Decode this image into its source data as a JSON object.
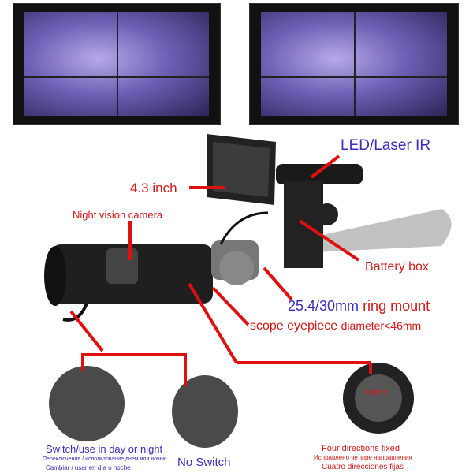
{
  "labels": {
    "led_laser_ir": "LED/Laser IR",
    "screen_size": "4.3 inch",
    "night_vision_camera": "Night vision camera",
    "battery_box": "Battery box",
    "ring_mount_size": "25.4/30mm",
    "ring_mount": "ring mount",
    "scope_eyepiece": "scope eyepiece",
    "diameter": "diameter<46mm",
    "switch_en": "Switch/use in day or night",
    "switch_ru": "Переключение / использование днем или ночью",
    "switch_es": "Cambiar / usar en día o noche",
    "no_switch": "No Switch",
    "four_dir_en": "Four directions fixed",
    "four_dir_ru": "Исправлено четыре направления",
    "four_dir_es": "Cuatro direcciones fijas",
    "mount_size": "46mm"
  },
  "colors": {
    "red": "#d11a1a",
    "blue": "#3a2cc0"
  }
}
